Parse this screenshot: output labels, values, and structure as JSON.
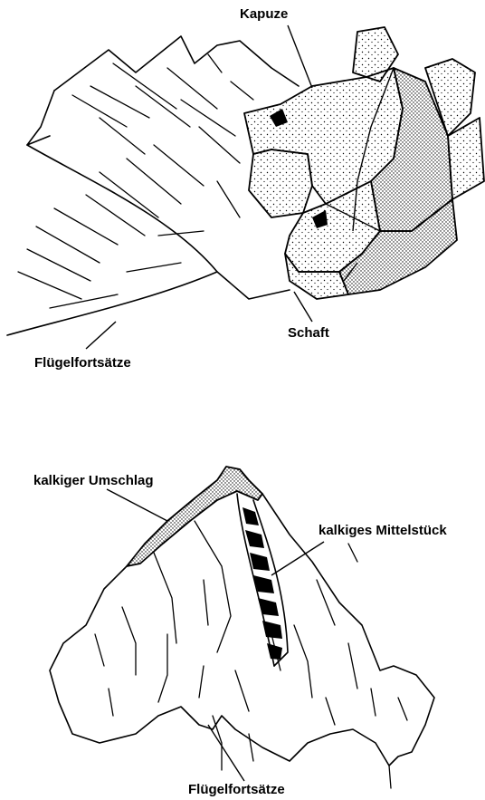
{
  "top_figure": {
    "labels": {
      "hood": "Kapuze",
      "shaft": "Schaft",
      "wing_processes": "Flügelfortsätze"
    }
  },
  "bottom_figure": {
    "labels": {
      "calcareous_cover": "kalkiger Umschlag",
      "calcareous_midpiece": "kalkiges Mittelstück",
      "wing_processes": "Flügelfortsätze"
    }
  },
  "colors": {
    "ink": "#000000",
    "paper": "#ffffff"
  }
}
